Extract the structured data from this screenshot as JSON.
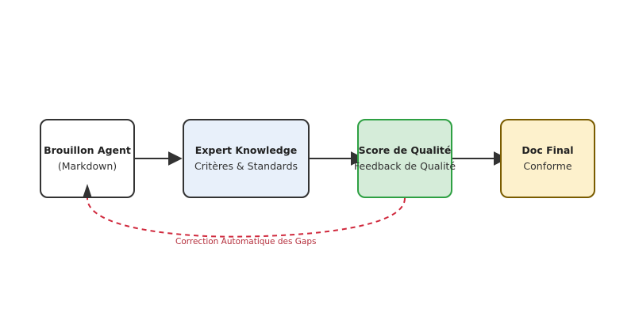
{
  "diagram": {
    "nodes": [
      {
        "id": "draft",
        "title": "Brouillon Agent",
        "subtitle": "(Markdown)",
        "fill": "#ffffff",
        "stroke": "#333333"
      },
      {
        "id": "expert",
        "title": "Expert Knowledge",
        "subtitle": "Critères & Standards",
        "fill": "#e8f0fa",
        "stroke": "#333333"
      },
      {
        "id": "score",
        "title": "Score de Qualité",
        "subtitle": "Feedback de Qualité",
        "fill": "#d5ecd9",
        "stroke": "#2ea043"
      },
      {
        "id": "final",
        "title": "Doc Final",
        "subtitle": "Conforme",
        "fill": "#fdf1cc",
        "stroke": "#7a5c00"
      }
    ],
    "edges": [
      {
        "from": "draft",
        "to": "expert",
        "style": "solid",
        "color": "#333333"
      },
      {
        "from": "expert",
        "to": "score",
        "style": "solid",
        "color": "#333333"
      },
      {
        "from": "score",
        "to": "final",
        "style": "solid",
        "color": "#333333"
      },
      {
        "from": "score",
        "to": "draft",
        "style": "dashed",
        "color": "#d0293d",
        "label": "Correction Automatique des Gaps"
      }
    ]
  }
}
